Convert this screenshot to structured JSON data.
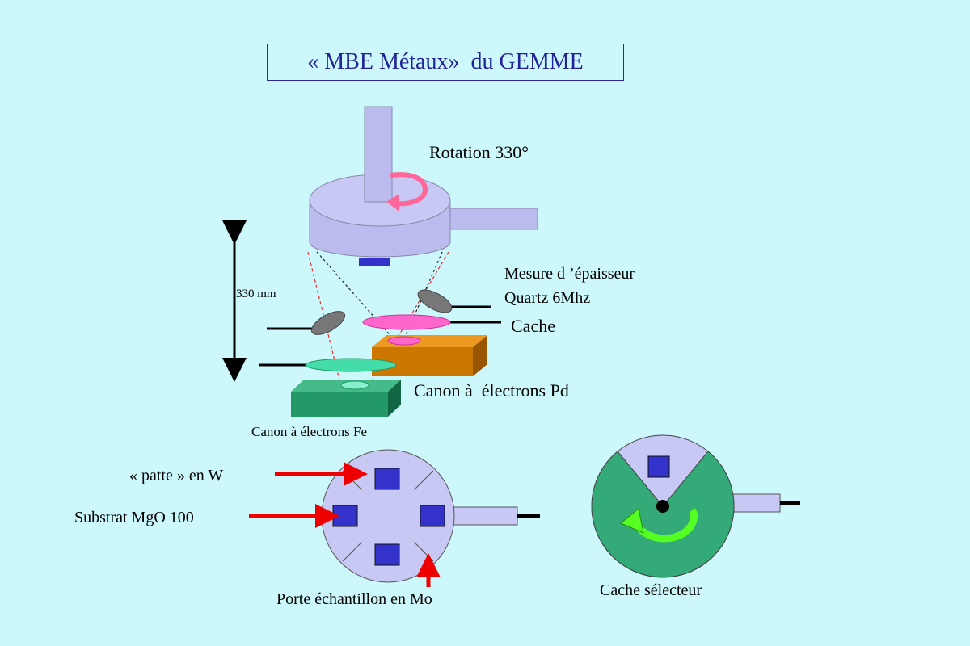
{
  "title": "« MBE Métaux»  du GEMME",
  "labels": {
    "rotation": "Rotation 330°",
    "distance": "330 mm",
    "thickness_line1": "Mesure d ’épaisseur",
    "thickness_line2": "Quartz 6Mhz",
    "cache": "Cache",
    "gun_pd": "Canon à  électrons Pd",
    "gun_fe": "Canon à électrons Fe",
    "patte": "« patte » en W",
    "substrate": "Substrat MgO 100",
    "holder": "Porte échantillon en Mo",
    "selector": "Cache sélecteur"
  },
  "colors": {
    "background": "#ccf8fc",
    "chamber": "#bbbbee",
    "sample": "#3333cc",
    "cache": "#ff66cc",
    "gun_pd": "#cc7700",
    "gun_fe": "#229966",
    "selector": "#33aa77",
    "arrow_red": "#ee0000",
    "rotation_arrow": "#ff6699",
    "selector_arrow": "#55ff22"
  }
}
